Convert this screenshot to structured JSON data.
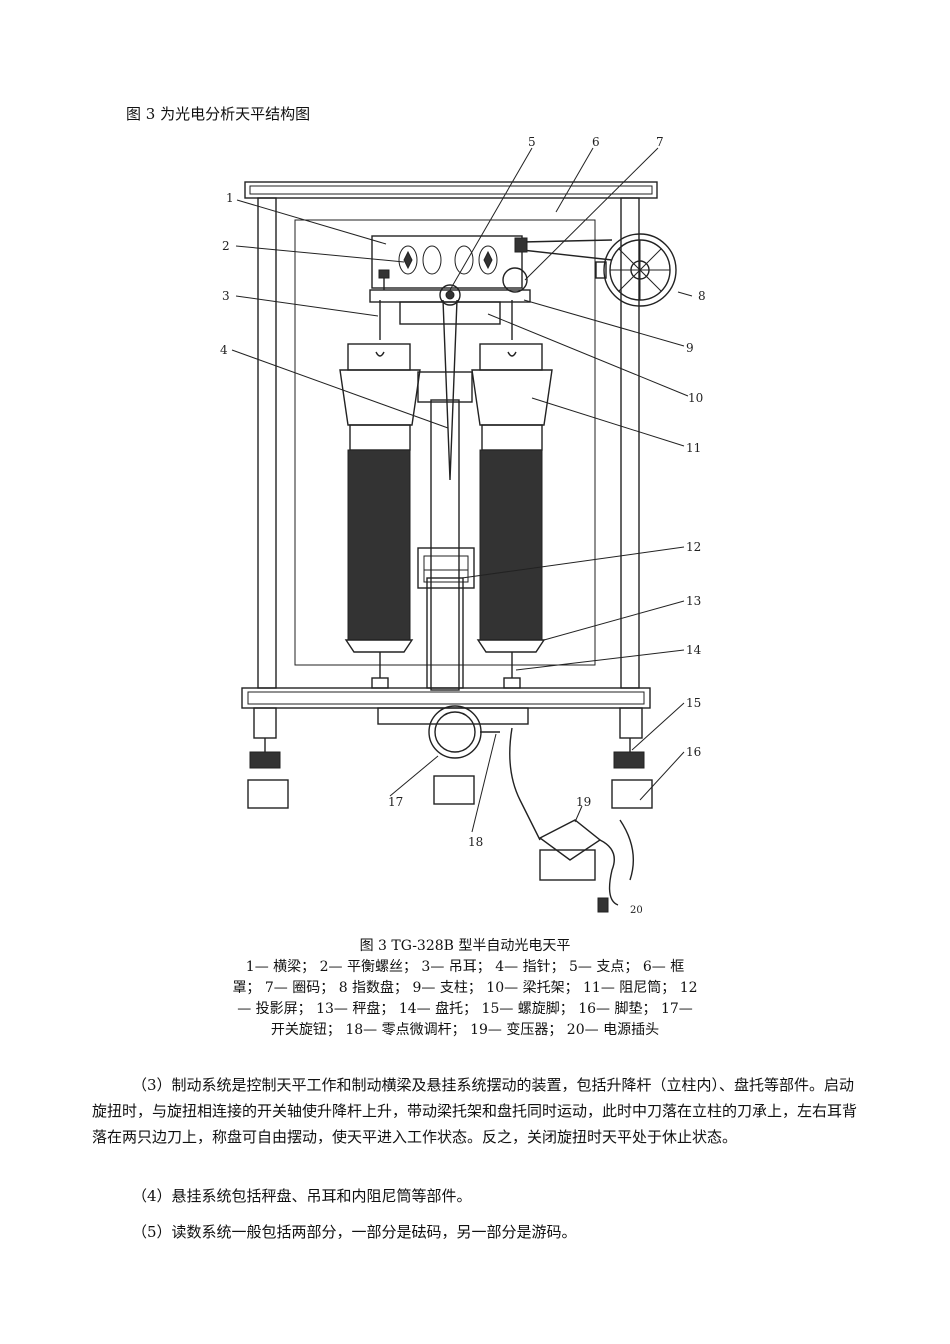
{
  "intro": "图 3 为光电分析天平结构图",
  "figure": {
    "caption": "图 3  TG-328B 型半自动光电天平",
    "legend": "1— 横梁； 2— 平衡螺丝； 3— 吊耳； 4— 指针； 5— 支点； 6— 框罩； 7— 圈码； 8 指数盘； 9— 支柱； 10— 梁托架； 11— 阻尼筒； 12— 投影屏； 13— 秤盘； 14— 盘托； 15— 螺旋脚； 16— 脚垫； 17— 开关旋钮； 18— 零点微调杆； 19— 变压器； 20— 电源插头",
    "labels": [
      "1",
      "2",
      "3",
      "4",
      "5",
      "6",
      "7",
      "8",
      "9",
      "10",
      "11",
      "12",
      "13",
      "14",
      "15",
      "16",
      "17",
      "18",
      "19",
      "20"
    ]
  },
  "paragraphs": [
    "（3）制动系统是控制天平工作和制动横梁及悬挂系统摆动的装置，包括升降杆（立柱内）、盘托等部件。启动旋扭时，与旋扭相连接的开关轴使升降杆上升，带动梁托架和盘托同时运动，此时中刀落在立柱的刀承上，左右耳背落在两只边刀上，称盘可自由摆动，使天平进入工作状态。反之，关闭旋扭时天平处于休止状态。",
    "（4）悬挂系统包括秤盘、吊耳和内阻尼筒等部件。",
    "（5）读数系统一般包括两部分，一部分是砝码，另一部分是游码。"
  ]
}
